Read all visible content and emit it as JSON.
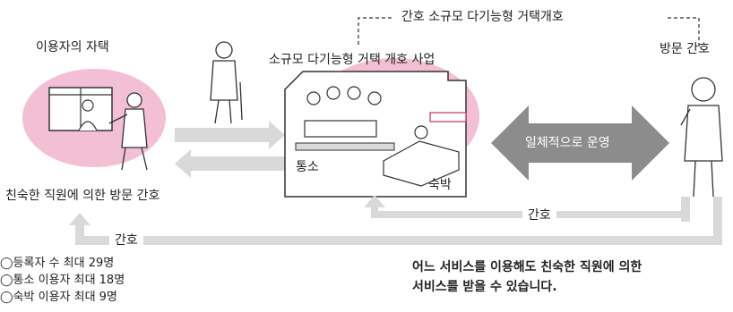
{
  "diagram": {
    "top_label": "간호 소규모 다기능형 거택개호",
    "home_label": "이용자의 자택",
    "facility_title": "소규모 다기능형 거택 개호 사업",
    "day_service": "통소",
    "overnight": "숙박",
    "visit_label": "방문 간호",
    "integrated_label": "일체적으로 운영",
    "care_upper": "간호",
    "care_lower": "간호",
    "home_caption": "친숙한 직원에 의한 방문 간호",
    "limits": [
      "◯등록자 수 최대 29명",
      "◯통소 이용자 최대 18명",
      "◯숙박 이용자 최대 9명"
    ],
    "conclusion": [
      "어느 서비스를 이용해도 친숙한 직원에 의한",
      "서비스를 받을 수 있습니다."
    ],
    "colors": {
      "pink": "#f2bfd4",
      "arrow_gray": "#d9d9d9",
      "dark_arrow": "#8c8c8c",
      "line": "#333333"
    }
  }
}
